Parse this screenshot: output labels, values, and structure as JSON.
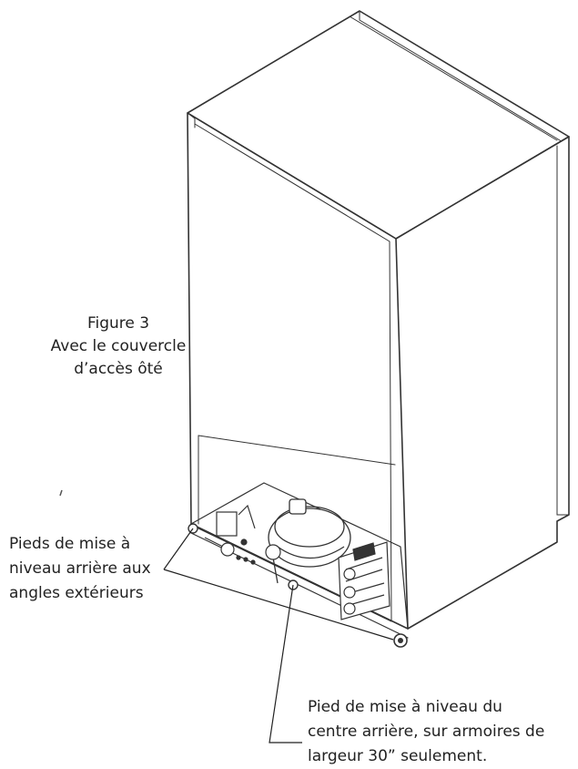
{
  "figure": {
    "caption": {
      "line1": "Figure 3",
      "line2": "Avec le couvercle",
      "line3": "d’accès ôté"
    }
  },
  "callouts": {
    "rear_outer_feet": {
      "line1": "Pieds de mise à",
      "line2": "niveau arrière aux",
      "line3": "angles extérieurs"
    },
    "rear_center_foot": {
      "line1": "Pied de mise à niveau du",
      "line2": "centre arrière, sur armoires de",
      "line3": "largeur 30” seulement."
    }
  }
}
